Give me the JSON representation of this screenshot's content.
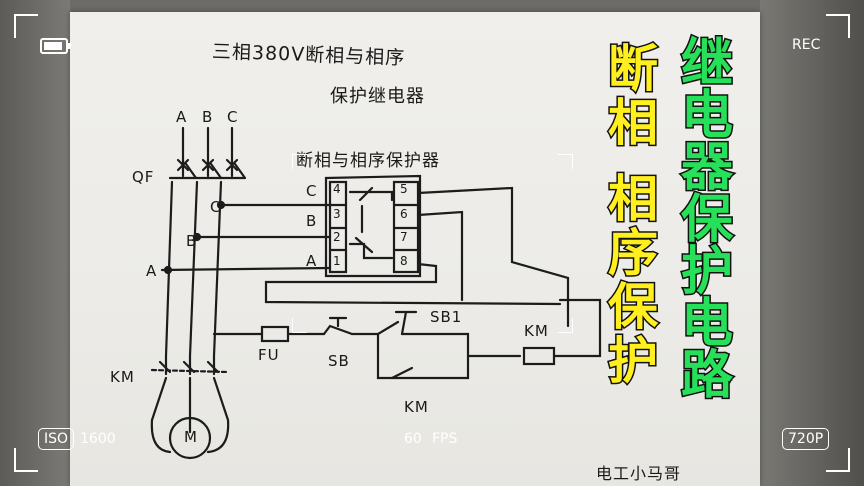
{
  "camera": {
    "rec": "REC",
    "iso_label": "ISO",
    "iso_value": "1600",
    "fps_value": "60",
    "fps_label": "FPS",
    "resolution": "720P"
  },
  "handwriting": {
    "title_line1": "三相380V断相与相序",
    "title_line2": "保护继电器",
    "module_label": "断相与相序保护器",
    "phase_a": "A",
    "phase_b": "B",
    "phase_c": "C",
    "qf": "QF",
    "km_motor": "KM",
    "motor": "M",
    "fu": "FU",
    "sb": "SB",
    "sb1": "SB1",
    "km_coil": "KM",
    "km_contact": "KM",
    "terminal_4": "4",
    "terminal_3": "3",
    "terminal_2": "2",
    "terminal_1": "1",
    "terminal_5": "5",
    "terminal_6": "6",
    "terminal_7": "7",
    "terminal_8": "8",
    "signature": "电工小马哥"
  },
  "overlay": {
    "yellow_line1": "断相",
    "yellow_line2": "相序保护",
    "green_text": "继电器保护电路"
  },
  "colors": {
    "yellow": "#ffef1f",
    "green": "#27e05a",
    "ink": "#1a1a1a"
  }
}
